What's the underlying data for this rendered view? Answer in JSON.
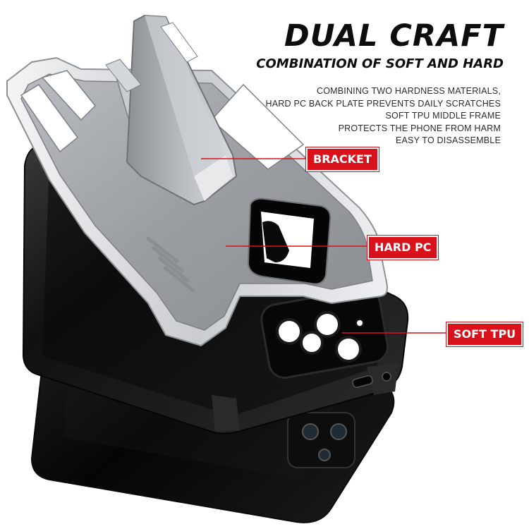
{
  "headline": "DUAL CRAFT",
  "subheadline": "COMBINATION OF SOFT AND HARD",
  "features": [
    "COMBINING TWO HARDNESS MATERIALS,",
    "HARD PC BACK PLATE PREVENTS DAILY SCRATCHES",
    "SOFT TPU MIDDLE FRAME",
    "PROTECTS THE PHONE FROM HARM",
    "EASY TO DISASSEMBLE"
  ],
  "callouts": {
    "bracket": "BRACKET",
    "hard_pc": "HARD PC",
    "soft_tpu": "SOFT TPU"
  },
  "colors": {
    "accent_red": "#d9111b",
    "text_dark": "#0d0d0d",
    "silver_case": "#a6aaae",
    "tpu_black": "#121212"
  }
}
